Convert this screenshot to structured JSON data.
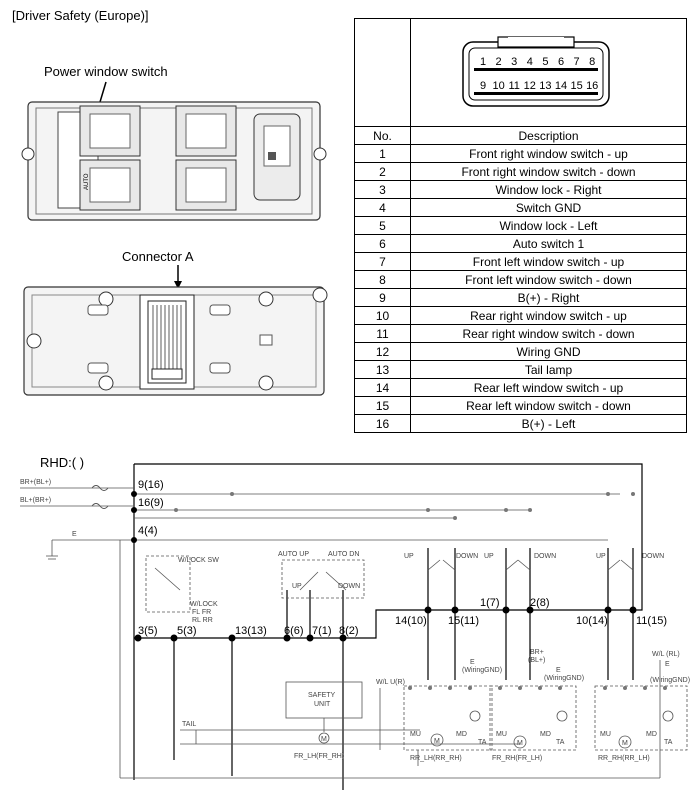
{
  "header": {
    "title": "[Driver Safety (Europe)]"
  },
  "photos": {
    "switch_caption": "Power window switch",
    "connector_caption": "Connector A",
    "auto_label": "AUTO"
  },
  "connector_face": {
    "top_row": [
      "1",
      "2",
      "3",
      "4",
      "5",
      "6",
      "7",
      "8"
    ],
    "bottom_row": [
      "9",
      "10",
      "11",
      "12",
      "13",
      "14",
      "15",
      "16"
    ]
  },
  "pin_table": {
    "col_no": "No.",
    "col_desc": "Description",
    "rows": [
      {
        "no": "1",
        "desc": "Front right window switch - up"
      },
      {
        "no": "2",
        "desc": "Front right window switch - down"
      },
      {
        "no": "3",
        "desc": "Window lock - Right"
      },
      {
        "no": "4",
        "desc": "Switch GND"
      },
      {
        "no": "5",
        "desc": "Window lock - Left"
      },
      {
        "no": "6",
        "desc": "Auto switch 1"
      },
      {
        "no": "7",
        "desc": "Front left window switch - up"
      },
      {
        "no": "8",
        "desc": "Front left window switch - down"
      },
      {
        "no": "9",
        "desc": "B(+) - Right"
      },
      {
        "no": "10",
        "desc": "Rear right window switch - up"
      },
      {
        "no": "11",
        "desc": "Rear right window switch - down"
      },
      {
        "no": "12",
        "desc": "Wiring GND"
      },
      {
        "no": "13",
        "desc": "Tail lamp"
      },
      {
        "no": "14",
        "desc": "Rear left window switch - up"
      },
      {
        "no": "15",
        "desc": "Rear left window switch - down"
      },
      {
        "no": "16",
        "desc": "B(+) - Left"
      }
    ]
  },
  "schematic": {
    "rhd_label": "RHD:(  )",
    "inputs": {
      "br": "BR+(BL+)",
      "bl": "BL+(BR+)",
      "e": "E"
    },
    "pins": {
      "p9_16": "9(16)",
      "p16_9": "16(9)",
      "p4_4": "4(4)",
      "p3_5": "3(5)",
      "p5_3": "5(3)",
      "p13_13": "13(13)",
      "p6_6": "6(6)",
      "p7_1": "7(1)",
      "p8_2": "8(2)",
      "p14_10": "14(10)",
      "p15_11": "15(11)",
      "p1_7": "1(7)",
      "p2_8": "2(8)",
      "p10_14": "10(14)",
      "p11_15": "11(15)"
    },
    "labels": {
      "wlock_sw": "W/LOCK SW",
      "wlock": "W/LOCK",
      "fl_fr": "FL  FR",
      "rl_rr": "RL  RR",
      "auto_up": "AUTO UP",
      "auto_dn": "AUTO DN",
      "up": "UP",
      "down": "DOWN",
      "safety_unit_1": "SAFETY",
      "safety_unit_2": "UNIT",
      "wl_ur": "W/L U(R)",
      "wl_rl": "W/L (RL)",
      "e_wiring": "E",
      "wiring_gnd": "(WiringGND)",
      "br_bl": "BR+",
      "br_bl2": "(BL+)",
      "mu": "MU",
      "md": "MD",
      "ta": "TA",
      "tail": "TAIL",
      "m": "M",
      "motor1": "FR_LH(FR_RH)",
      "motor2": "RR_LH(RR_RH)",
      "motor3": "FR_RH(FR_LH)",
      "motor4": "RR_RH(RR_LH)"
    }
  }
}
